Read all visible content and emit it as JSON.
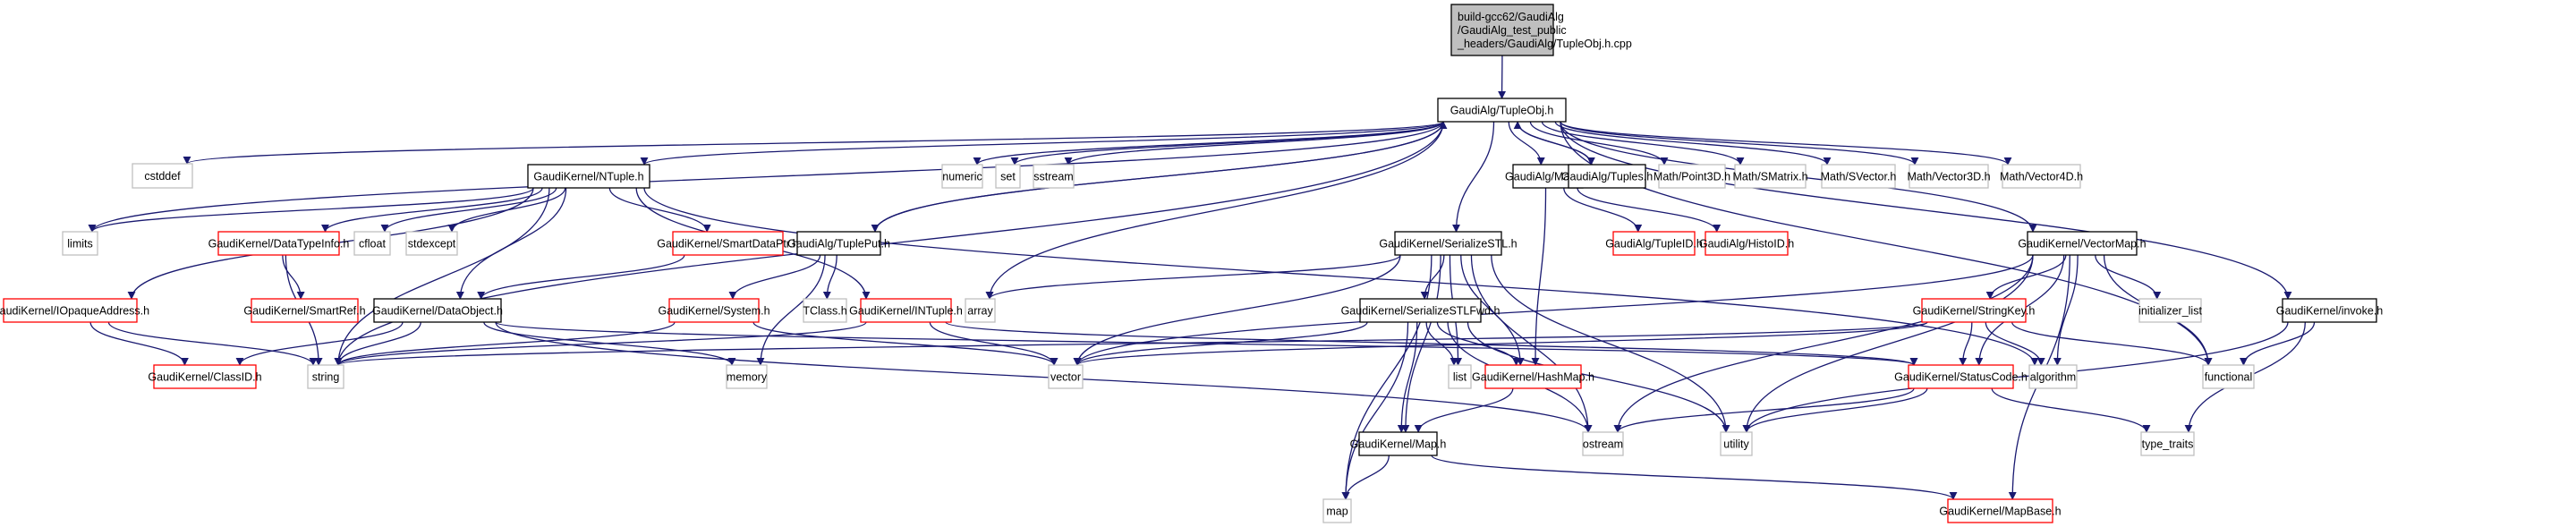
{
  "title": "Include dependency graph for TupleObj.h.cpp",
  "colors": {
    "edge": "#191970",
    "root_fill": "#bfbfbf",
    "root_border": "#000000",
    "documented_border": "#000000",
    "undocumented_border": "#ff0000",
    "external_border": "#bfbfbf",
    "node_fill": "#ffffff"
  },
  "nodes": [
    {
      "id": "root",
      "label": [
        "build-gcc62/GaudiAlg",
        "/GaudiAlg_test_public",
        "_headers/GaudiAlg/TupleObj.h.cpp"
      ],
      "kind": "root"
    },
    {
      "id": "TupleObj",
      "label": [
        "GaudiAlg/TupleObj.h"
      ],
      "kind": "documented"
    },
    {
      "id": "cstddef",
      "label": [
        "cstddef"
      ],
      "kind": "external"
    },
    {
      "id": "NTuple",
      "label": [
        "GaudiKernel/NTuple.h"
      ],
      "kind": "documented"
    },
    {
      "id": "numeric",
      "label": [
        "numeric"
      ],
      "kind": "external"
    },
    {
      "id": "set",
      "label": [
        "set"
      ],
      "kind": "external"
    },
    {
      "id": "sstream",
      "label": [
        "sstream"
      ],
      "kind": "external"
    },
    {
      "id": "Maps",
      "label": [
        "GaudiAlg/Maps.h"
      ],
      "kind": "documented"
    },
    {
      "id": "Tuples",
      "label": [
        "GaudiAlg/Tuples.h"
      ],
      "kind": "documented"
    },
    {
      "id": "Point3D",
      "label": [
        "Math/Point3D.h"
      ],
      "kind": "external"
    },
    {
      "id": "SMatrix",
      "label": [
        "Math/SMatrix.h"
      ],
      "kind": "external"
    },
    {
      "id": "SVector",
      "label": [
        "Math/SVector.h"
      ],
      "kind": "external"
    },
    {
      "id": "Vector3D",
      "label": [
        "Math/Vector3D.h"
      ],
      "kind": "external"
    },
    {
      "id": "Vector4D",
      "label": [
        "Math/Vector4D.h"
      ],
      "kind": "external"
    },
    {
      "id": "limits",
      "label": [
        "limits"
      ],
      "kind": "external"
    },
    {
      "id": "DataTypeInfo",
      "label": [
        "GaudiKernel/DataTypeInfo.h"
      ],
      "kind": "undocumented"
    },
    {
      "id": "cfloat",
      "label": [
        "cfloat"
      ],
      "kind": "external"
    },
    {
      "id": "stdexcept",
      "label": [
        "stdexcept"
      ],
      "kind": "external"
    },
    {
      "id": "SmartDataPtr",
      "label": [
        "GaudiKernel/SmartDataPtr.h"
      ],
      "kind": "undocumented"
    },
    {
      "id": "TuplePut",
      "label": [
        "GaudiAlg/TuplePut.h"
      ],
      "kind": "documented"
    },
    {
      "id": "SerializeSTL",
      "label": [
        "GaudiKernel/SerializeSTL.h"
      ],
      "kind": "documented"
    },
    {
      "id": "TupleID",
      "label": [
        "GaudiAlg/TupleID.h"
      ],
      "kind": "undocumented"
    },
    {
      "id": "HistoID",
      "label": [
        "GaudiAlg/HistoID.h"
      ],
      "kind": "undocumented"
    },
    {
      "id": "VectorMap",
      "label": [
        "GaudiKernel/VectorMap.h"
      ],
      "kind": "documented"
    },
    {
      "id": "IOpaqueAddress",
      "label": [
        "GaudiKernel/IOpaqueAddress.h"
      ],
      "kind": "undocumented"
    },
    {
      "id": "SmartRef",
      "label": [
        "GaudiKernel/SmartRef.h"
      ],
      "kind": "undocumented"
    },
    {
      "id": "DataObject",
      "label": [
        "GaudiKernel/DataObject.h"
      ],
      "kind": "documented"
    },
    {
      "id": "System",
      "label": [
        "GaudiKernel/System.h"
      ],
      "kind": "undocumented"
    },
    {
      "id": "TClass",
      "label": [
        "TClass.h"
      ],
      "kind": "external"
    },
    {
      "id": "INTuple",
      "label": [
        "GaudiKernel/INTuple.h"
      ],
      "kind": "undocumented"
    },
    {
      "id": "array",
      "label": [
        "array"
      ],
      "kind": "external"
    },
    {
      "id": "SerializeSTLFwd",
      "label": [
        "GaudiKernel/SerializeSTLFwd.h"
      ],
      "kind": "documented"
    },
    {
      "id": "StringKey",
      "label": [
        "GaudiKernel/StringKey.h"
      ],
      "kind": "undocumented"
    },
    {
      "id": "initializer_list",
      "label": [
        "initializer_list"
      ],
      "kind": "external"
    },
    {
      "id": "invoke",
      "label": [
        "GaudiKernel/invoke.h"
      ],
      "kind": "documented"
    },
    {
      "id": "ClassID",
      "label": [
        "GaudiKernel/ClassID.h"
      ],
      "kind": "undocumented"
    },
    {
      "id": "string",
      "label": [
        "string"
      ],
      "kind": "external"
    },
    {
      "id": "memory",
      "label": [
        "memory"
      ],
      "kind": "external"
    },
    {
      "id": "vector",
      "label": [
        "vector"
      ],
      "kind": "external"
    },
    {
      "id": "list",
      "label": [
        "list"
      ],
      "kind": "external"
    },
    {
      "id": "HashMap",
      "label": [
        "GaudiKernel/HashMap.h"
      ],
      "kind": "undocumented"
    },
    {
      "id": "StatusCode",
      "label": [
        "GaudiKernel/StatusCode.h"
      ],
      "kind": "undocumented"
    },
    {
      "id": "algorithm",
      "label": [
        "algorithm"
      ],
      "kind": "external"
    },
    {
      "id": "functional",
      "label": [
        "functional"
      ],
      "kind": "external"
    },
    {
      "id": "Map",
      "label": [
        "GaudiKernel/Map.h"
      ],
      "kind": "documented"
    },
    {
      "id": "ostream",
      "label": [
        "ostream"
      ],
      "kind": "external"
    },
    {
      "id": "utility",
      "label": [
        "utility"
      ],
      "kind": "external"
    },
    {
      "id": "type_traits",
      "label": [
        "type_traits"
      ],
      "kind": "external"
    },
    {
      "id": "map",
      "label": [
        "map"
      ],
      "kind": "external"
    },
    {
      "id": "MapBase",
      "label": [
        "GaudiKernel/MapBase.h"
      ],
      "kind": "undocumented"
    }
  ],
  "edges": [
    [
      "root",
      "TupleObj"
    ],
    [
      "TupleObj",
      "cstddef"
    ],
    [
      "TupleObj",
      "NTuple"
    ],
    [
      "TupleObj",
      "numeric"
    ],
    [
      "TupleObj",
      "set"
    ],
    [
      "TupleObj",
      "sstream"
    ],
    [
      "TupleObj",
      "Maps"
    ],
    [
      "TupleObj",
      "Tuples"
    ],
    [
      "TupleObj",
      "Point3D"
    ],
    [
      "TupleObj",
      "SMatrix"
    ],
    [
      "TupleObj",
      "SVector"
    ],
    [
      "TupleObj",
      "Vector3D"
    ],
    [
      "TupleObj",
      "Vector4D"
    ],
    [
      "TupleObj",
      "limits"
    ],
    [
      "TupleObj",
      "TuplePut"
    ],
    [
      "TupleObj",
      "SerializeSTL"
    ],
    [
      "TupleObj",
      "VectorMap"
    ],
    [
      "TupleObj",
      "invoke"
    ],
    [
      "TupleObj",
      "string"
    ],
    [
      "TupleObj",
      "array"
    ],
    [
      "TupleObj",
      "functional"
    ],
    [
      "NTuple",
      "limits"
    ],
    [
      "NTuple",
      "DataTypeInfo"
    ],
    [
      "NTuple",
      "cfloat"
    ],
    [
      "NTuple",
      "stdexcept"
    ],
    [
      "NTuple",
      "SmartDataPtr"
    ],
    [
      "NTuple",
      "INTuple"
    ],
    [
      "NTuple",
      "IOpaqueAddress"
    ],
    [
      "NTuple",
      "DataObject"
    ],
    [
      "NTuple",
      "string"
    ],
    [
      "NTuple",
      "algorithm"
    ],
    [
      "Maps",
      "TupleID"
    ],
    [
      "Maps",
      "HistoID"
    ],
    [
      "Maps",
      "HashMap"
    ],
    [
      "Tuples",
      "TupleObj"
    ],
    [
      "TuplePut",
      "TupleObj"
    ],
    [
      "DataTypeInfo",
      "SmartRef"
    ],
    [
      "DataTypeInfo",
      "string"
    ],
    [
      "SmartDataPtr",
      "DataObject"
    ],
    [
      "TuplePut",
      "System"
    ],
    [
      "TuplePut",
      "TClass"
    ],
    [
      "TuplePut",
      "memory"
    ],
    [
      "SerializeSTL",
      "SerializeSTLFwd"
    ],
    [
      "SerializeSTL",
      "array"
    ],
    [
      "SerializeSTL",
      "vector"
    ],
    [
      "SerializeSTL",
      "list"
    ],
    [
      "SerializeSTL",
      "HashMap"
    ],
    [
      "SerializeSTL",
      "ostream"
    ],
    [
      "SerializeSTL",
      "utility"
    ],
    [
      "SerializeSTL",
      "Map"
    ],
    [
      "SerializeSTL",
      "map"
    ],
    [
      "VectorMap",
      "StringKey"
    ],
    [
      "VectorMap",
      "initializer_list"
    ],
    [
      "VectorMap",
      "algorithm"
    ],
    [
      "VectorMap",
      "functional"
    ],
    [
      "VectorMap",
      "vector"
    ],
    [
      "VectorMap",
      "utility"
    ],
    [
      "VectorMap",
      "ostream"
    ],
    [
      "VectorMap",
      "StatusCode"
    ],
    [
      "VectorMap",
      "MapBase"
    ],
    [
      "IOpaqueAddress",
      "ClassID"
    ],
    [
      "IOpaqueAddress",
      "string"
    ],
    [
      "DataObject",
      "ClassID"
    ],
    [
      "DataObject",
      "string"
    ],
    [
      "DataObject",
      "memory"
    ],
    [
      "DataObject",
      "StatusCode"
    ],
    [
      "DataObject",
      "ostream"
    ],
    [
      "System",
      "string"
    ],
    [
      "System",
      "vector"
    ],
    [
      "INTuple",
      "string"
    ],
    [
      "INTuple",
      "vector"
    ],
    [
      "INTuple",
      "StatusCode"
    ],
    [
      "SerializeSTLFwd",
      "vector"
    ],
    [
      "SerializeSTLFwd",
      "list"
    ],
    [
      "SerializeSTLFwd",
      "HashMap"
    ],
    [
      "SerializeSTLFwd",
      "Map"
    ],
    [
      "SerializeSTLFwd",
      "map"
    ],
    [
      "SerializeSTLFwd",
      "ostream"
    ],
    [
      "SerializeSTLFwd",
      "utility"
    ],
    [
      "StringKey",
      "StatusCode"
    ],
    [
      "StringKey",
      "algorithm"
    ],
    [
      "StringKey",
      "functional"
    ],
    [
      "StringKey",
      "string"
    ],
    [
      "StringKey",
      "vector"
    ],
    [
      "invoke",
      "functional"
    ],
    [
      "invoke",
      "type_traits"
    ],
    [
      "invoke",
      "utility"
    ],
    [
      "HashMap",
      "Map"
    ],
    [
      "StatusCode",
      "ostream"
    ],
    [
      "StatusCode",
      "utility"
    ],
    [
      "StatusCode",
      "type_traits"
    ],
    [
      "Map",
      "map"
    ],
    [
      "Map",
      "MapBase"
    ]
  ]
}
